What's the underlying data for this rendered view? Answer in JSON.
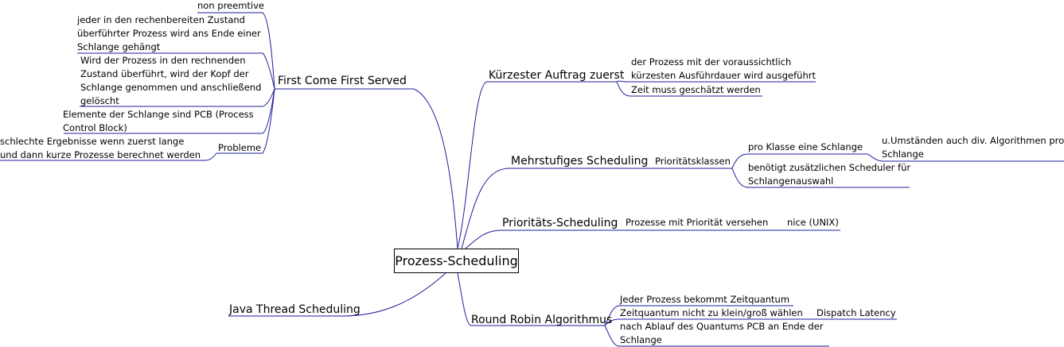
{
  "root": "Prozess-Scheduling",
  "fcfs": {
    "title": "First Come First Served",
    "notes": [
      "non preemtive",
      "jeder in den rechenbereiten Zustand\nüberführter Prozess wird ans Ende einer\nSchlange gehängt",
      "Wird der Prozess in den rechnenden\nZustand überführt, wird der Kopf der\nSchlange genommen und anschließend\ngelöscht",
      "Elemente der Schlange sind PCB (Process\nControl Block)"
    ],
    "problems_label": "Probleme",
    "problems_note": "schlechte Ergebnisse wenn zuerst lange\nund dann kurze Prozesse berechnet werden"
  },
  "java": {
    "title": "Java Thread Scheduling"
  },
  "shortest": {
    "title": "Kürzester Auftrag zuerst",
    "notes": [
      "der Prozess mit der voraussichtlich\nkürzesten Ausführdauer wird ausgeführt",
      "Zeit muss geschätzt werden"
    ]
  },
  "multi": {
    "title": "Mehrstufiges Scheduling",
    "classes_label": "Prioritätsklassen",
    "per_class": "pro Klasse eine Schlange",
    "per_class_note": "u.Umständen auch div. Algorithmen pro\nSchlange",
    "needs": "benötigt zusätzlichen Scheduler für\nSchlangenauswahl"
  },
  "priority": {
    "title": "Prioritäts-Scheduling",
    "note": "Prozesse mit Priorität versehen",
    "sub": "nice (UNIX)"
  },
  "rr": {
    "title": "Round Robin Algorithmus",
    "notes": [
      "Jeder Prozess bekommt Zeitquantum",
      "Zeitquantum nicht zu klein/groß wählen",
      "nach Ablauf des Quantums PCB an Ende der\nSchlange"
    ],
    "latency": "Dispatch Latency"
  },
  "colors": {
    "connector": "#1e1e9c",
    "text": "#000000"
  }
}
